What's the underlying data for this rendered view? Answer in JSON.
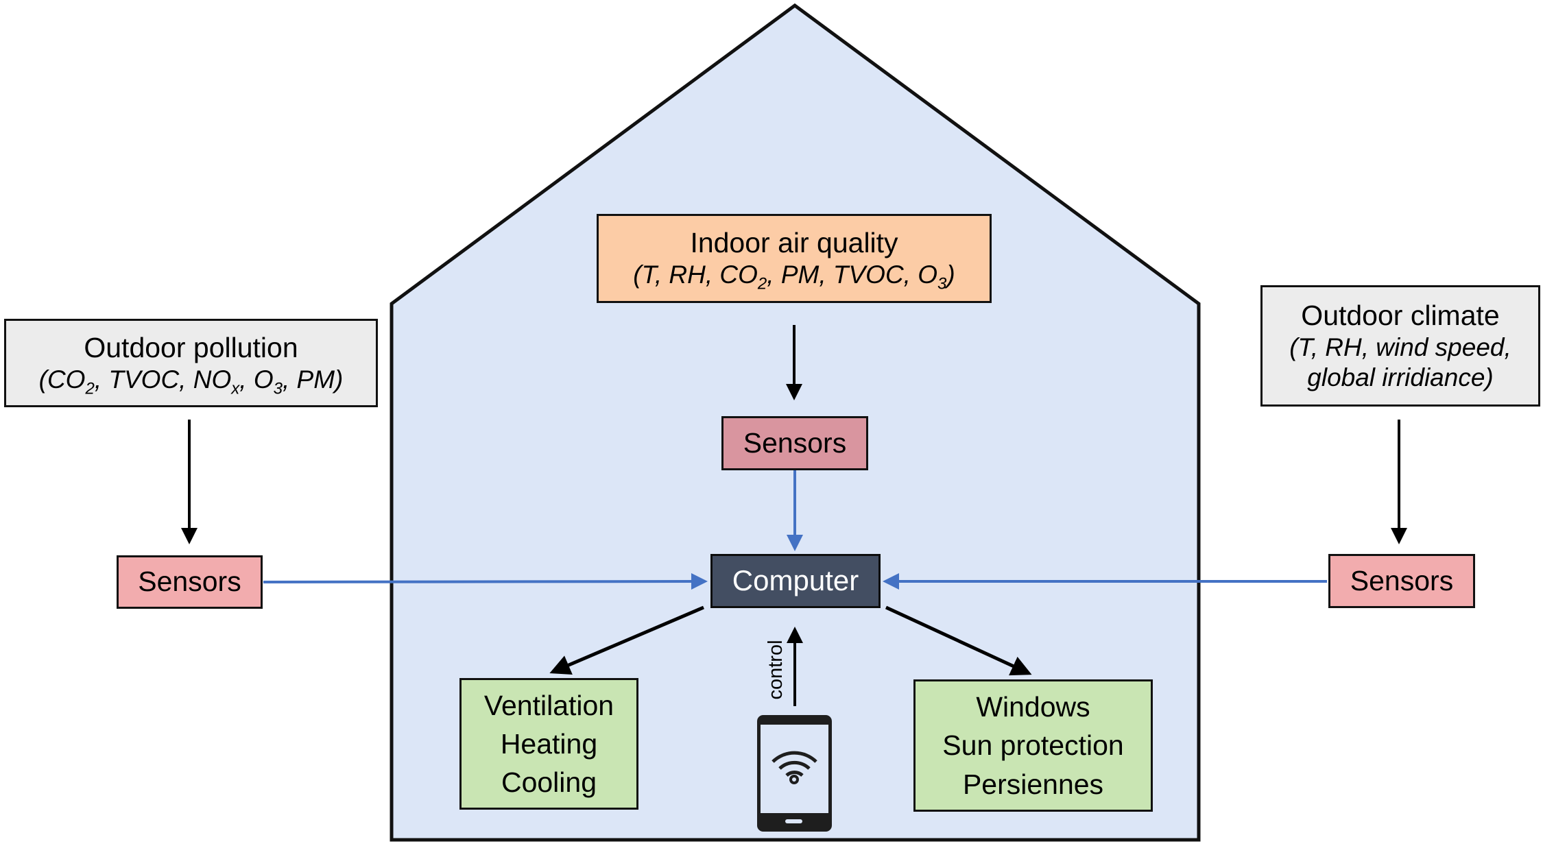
{
  "diagram": {
    "colors": {
      "house_fill": "#dce6f7",
      "outline": "#111111",
      "data_arrow": "#4472c4",
      "control_arrow": "#000000",
      "outdoor_box": "#ececec",
      "indoor_box": "#fccca6",
      "sensor_outdoor": "#f2acae",
      "sensor_indoor": "#d9959f",
      "computer": "#434e62",
      "actuator": "#c9e5b3"
    },
    "outdoor_pollution": {
      "title": "Outdoor pollution",
      "params": [
        "CO|2",
        "TVOC",
        "NO|x",
        "O|3",
        "PM"
      ]
    },
    "indoor_air_quality": {
      "title": "Indoor air quality",
      "params": [
        "T",
        "RH",
        "CO|2",
        "PM",
        "TVOC",
        "O|3"
      ]
    },
    "outdoor_climate": {
      "title": "Outdoor climate",
      "params_line1": "(T, RH, wind speed,",
      "params_line2": "global irridiance)"
    },
    "sensors_left": "Sensors",
    "sensors_center": "Sensors",
    "sensors_right": "Sensors",
    "computer": "Computer",
    "actuators_left": [
      "Ventilation",
      "Heating",
      "Cooling"
    ],
    "actuators_right": [
      "Windows",
      "Sun protection",
      "Persiennes"
    ],
    "control_label": "control",
    "phone_icon": "smartphone-wifi-icon"
  }
}
